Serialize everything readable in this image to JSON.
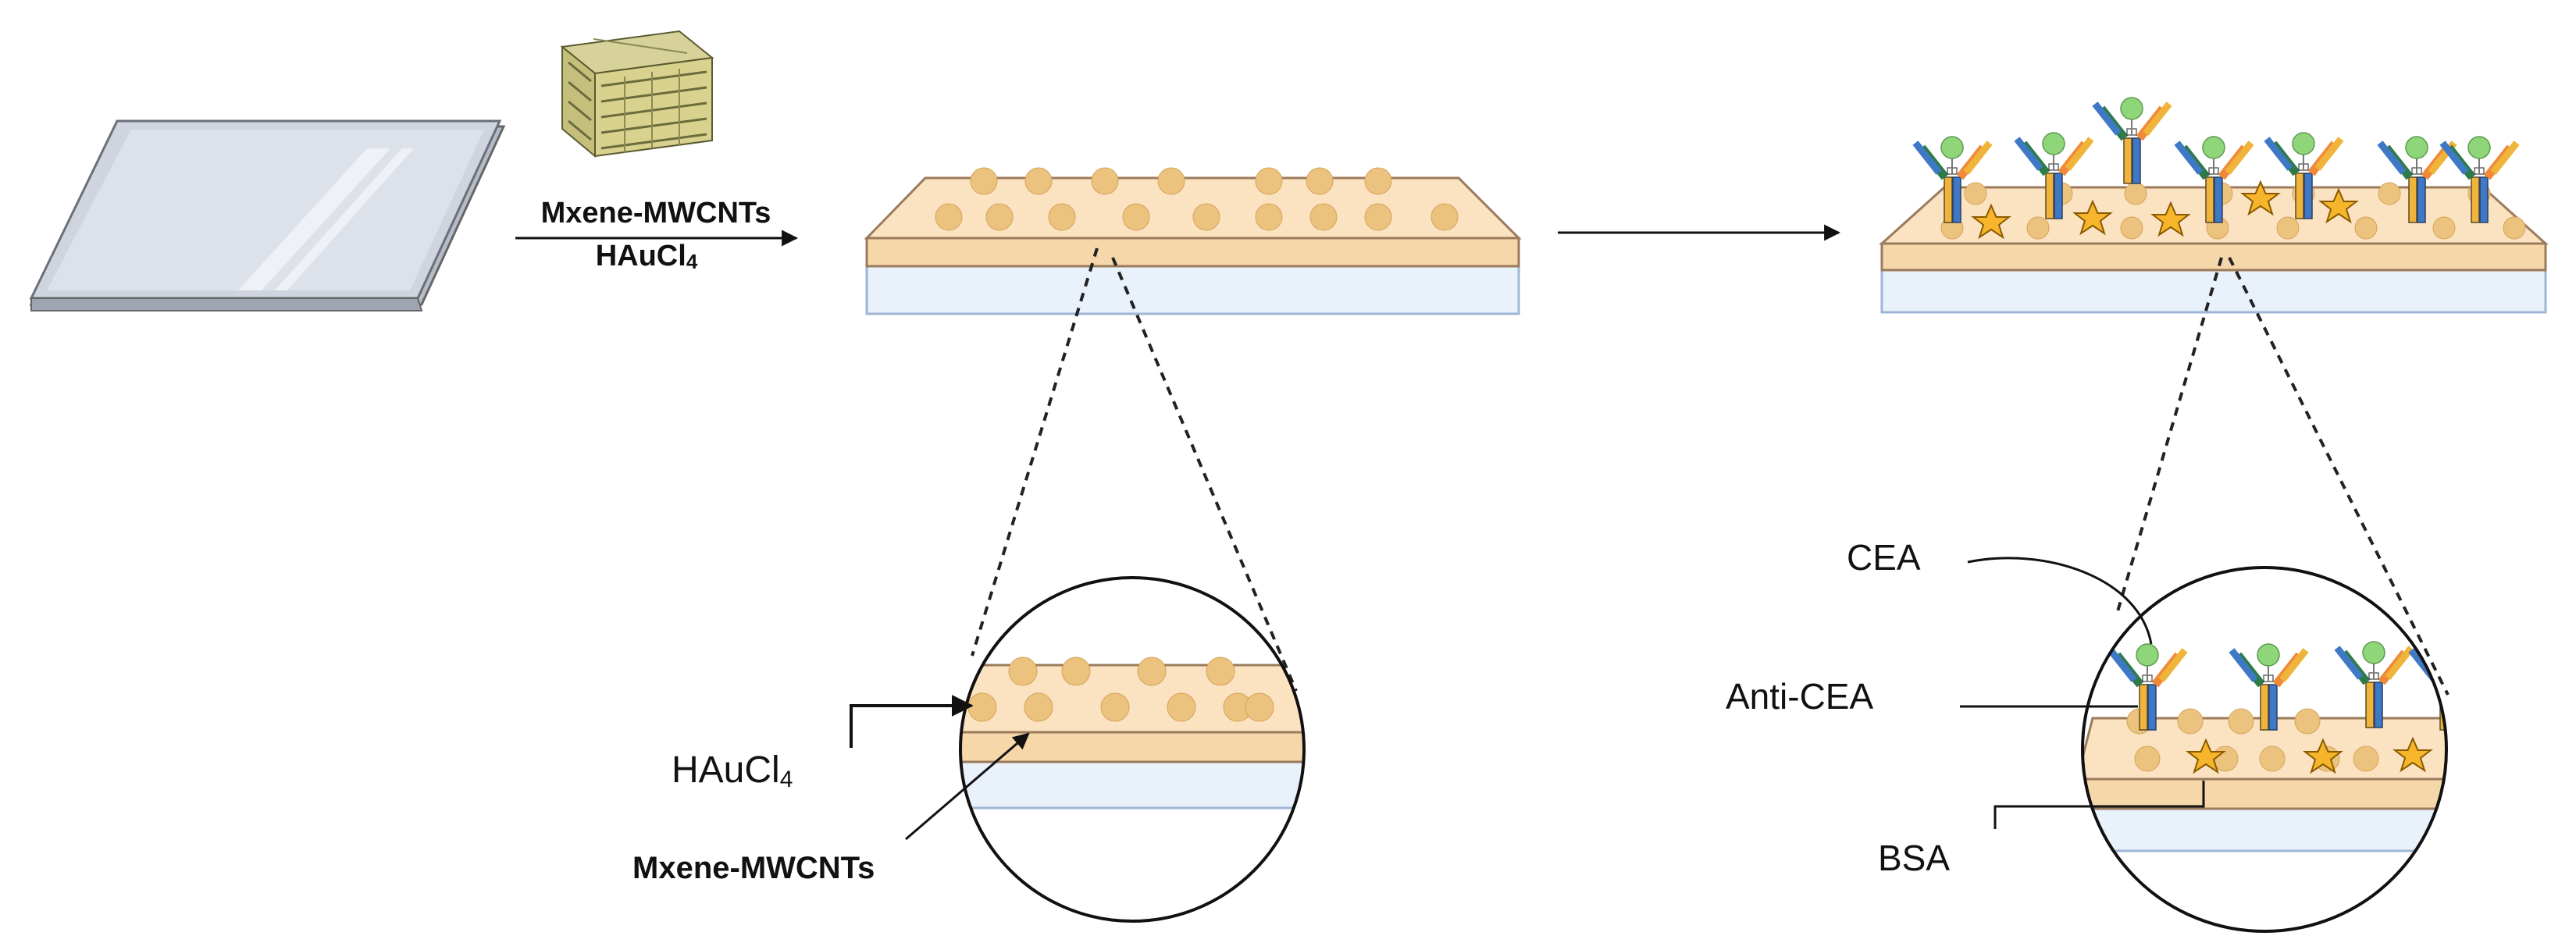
{
  "step1": {
    "reagent_line1": "Mxene-MWCNTs",
    "reagent_line2_main": "HAuCl",
    "reagent_line2_sub": "4"
  },
  "zoom_left": {
    "haucl_main": "HAuCl",
    "haucl_sub": "4",
    "mxene_label": "Mxene-MWCNTs"
  },
  "zoom_right": {
    "cea_label": "CEA",
    "anti_cea_label": "Anti-CEA",
    "bsa_label": "BSA"
  },
  "colors": {
    "glass": "#c9ced8",
    "substrate": "#e9f1fb",
    "film": "#f6d7aa",
    "film_edge": "#9b7b5b",
    "particle": "#ecc37e",
    "star": "#f7b52c",
    "antigen": "#8fd67a"
  },
  "icons": [
    "glass-slide-icon",
    "mxene-mwcnt-cube-icon",
    "gold-nanoparticle-icon",
    "antibody-icon",
    "bsa-star-icon",
    "magnifier-circle-icon"
  ]
}
